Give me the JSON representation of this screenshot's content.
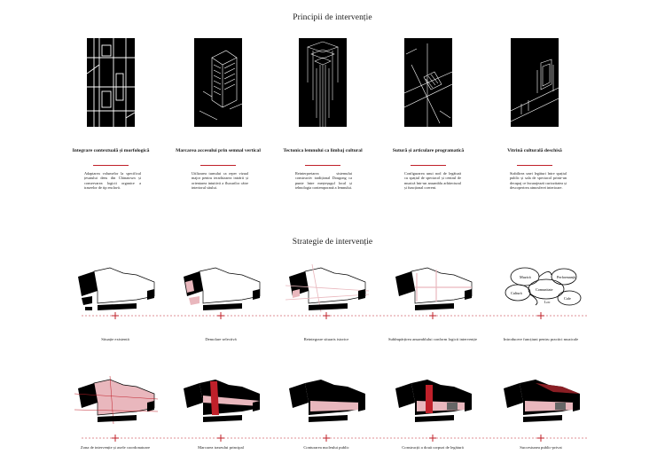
{
  "header": {
    "principles_title": "Principii de intervenție",
    "strategy_title": "Strategie de intervenție"
  },
  "principles": [
    {
      "title": "Integrare contextuală și morfologică",
      "text": "Adaptarea volumelor la specificul țesutului dens din Chinatown și conservarea logicii organice a traseelor de tip enclavă."
    },
    {
      "title": "Marcarea accesului prin semnal vertical",
      "text": "Utilizarea turnului ca reper vizual major pentru ierarhizarea intrării și orientarea intuitivă a fluxurilor către interiorul sitului."
    },
    {
      "title": "Tectonica lemnului ca limbaj cultural",
      "text": "Reinterpretarea sistemului constructiv tradițional Dougong ca punte între meșteșugul local și tehnologia contemporană a lemnului."
    },
    {
      "title": "Sutură și articulare programatică",
      "text": "Configurarea unui nod de legătură cu spațiul de spectacol și centrul de muzică într-un ansamblu arhitectural și funcțional coerent."
    },
    {
      "title": "Vitrină culturală deschisă",
      "text": "Stabilirea unei legături între spațiul public și sala de spectacol printr-un decupaj ce încurajează curiozitatea și descoperirea atmosferei interioare."
    }
  ],
  "strategy_row1": [
    {
      "caption": "Situație existentă"
    },
    {
      "caption": "Demolare selectivă"
    },
    {
      "caption": "Reintegrare situaris istorice"
    },
    {
      "caption": "Subîmpărțirea ansamblului conform logicii intervenție"
    },
    {
      "caption": "Introducere funcțiuni pentru practici muzicale"
    }
  ],
  "strategy_row2": [
    {
      "caption": "Zona de intervenție și axele coordonatoare"
    },
    {
      "caption": "Marcarea traseului principal"
    },
    {
      "caption": "Conturarea nucleului public"
    },
    {
      "caption": "Construcții a două corpuri de legătură"
    },
    {
      "caption": "Succesiunea public-privat"
    }
  ],
  "bubble_labels": [
    "Muzică",
    "Cultură",
    "Comunitate",
    "Performanță",
    "Cafe",
    "Loc"
  ],
  "colors": {
    "accent_red": "#c0202a",
    "pink": "#e9b7bd",
    "dark_red": "#8a1e24",
    "black": "#000000"
  }
}
